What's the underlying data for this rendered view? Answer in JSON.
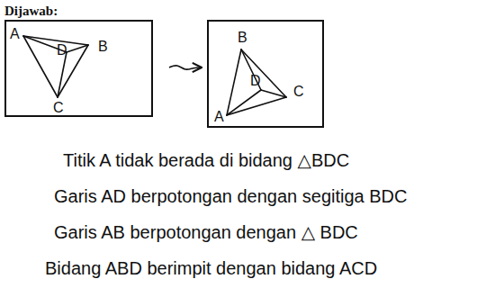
{
  "diagram": {
    "title": "Dijawab:",
    "nodes": [
      {
        "text": [
          "A",
          "D",
          "B",
          "C"
        ]
      },
      {
        "text": [
          "B",
          "D",
          "C",
          "A"
        ]
      }
    ],
    "edges": [
      {
        "from": 0,
        "to": 1,
        "arrow": "to"
      }
    ],
    "labels": [
      "Titik A tidak berada di bidang △BDC",
      "Garis AD berpotongan dengan segitiga BDC",
      "Garis AB berpotongan dengan △ BDC",
      "Bidang ABD berimpit dengan bidang ACD"
    ]
  }
}
